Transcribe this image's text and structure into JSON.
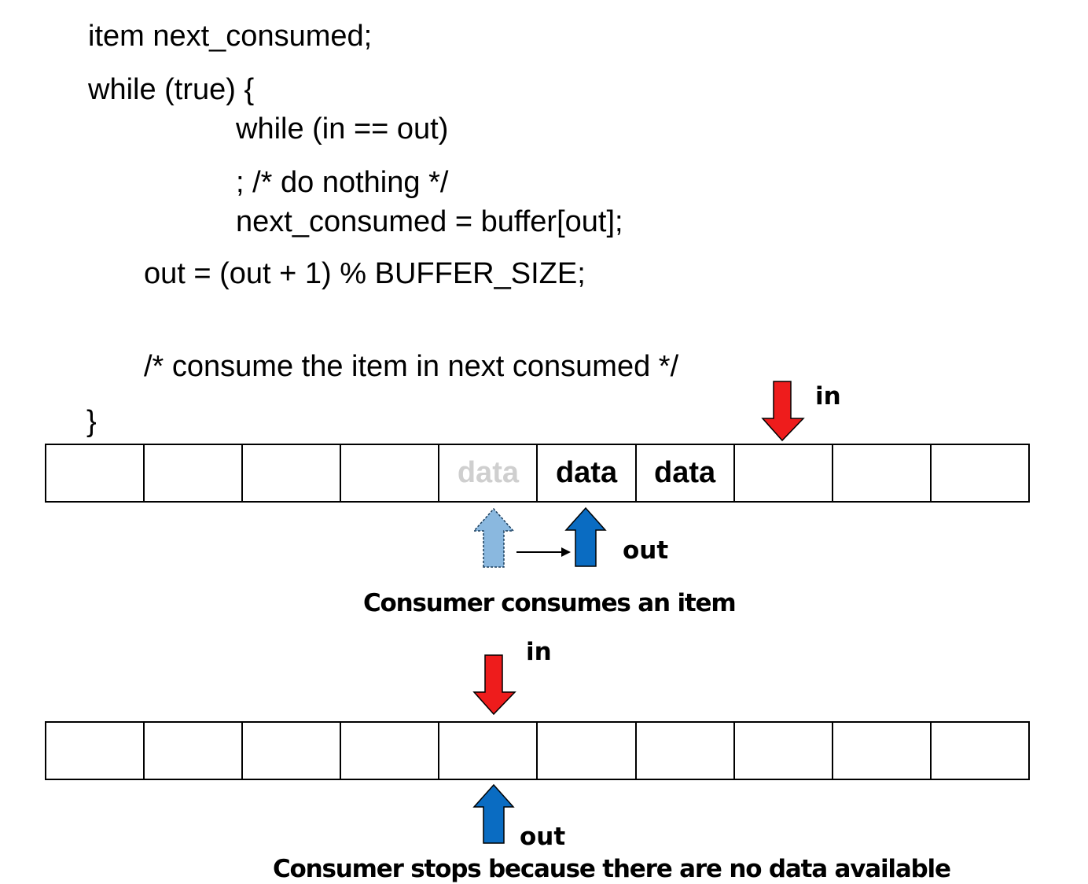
{
  "code": {
    "line1": "item next_consumed;",
    "line2": "while (true) {",
    "line3": "while (in == out)",
    "line4": "; /* do nothing */",
    "line5": "next_consumed = buffer[out];",
    "line6": "out = (out + 1) % BUFFER_SIZE;",
    "line7": "/* consume the item in next consumed */",
    "line8": "}"
  },
  "diagram1": {
    "cells": [
      "",
      "",
      "",
      "",
      "data",
      "data",
      "data",
      "",
      "",
      ""
    ],
    "faded_cell_index": 4,
    "in_label": "in",
    "out_label": "out",
    "caption": "Consumer consumes an item"
  },
  "diagram2": {
    "cells": [
      "",
      "",
      "",
      "",
      "",
      "",
      "",
      "",
      "",
      ""
    ],
    "in_label": "in",
    "out_label": "out",
    "caption": "Consumer stops because there are no data available"
  },
  "colors": {
    "in_arrow": "#ee1c1c",
    "out_arrow": "#0a6cc2",
    "old_out_arrow": "#8ab8df",
    "faded_text": "#cfcfcf"
  }
}
